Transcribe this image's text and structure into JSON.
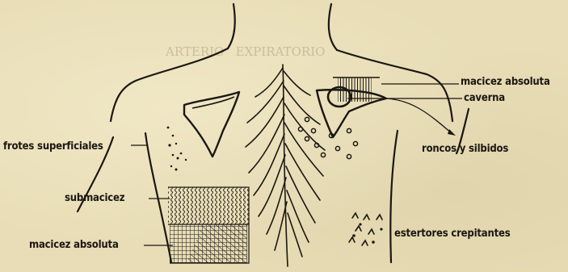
{
  "labels": {
    "frotes_superficiales": "frotes superficiales",
    "submacicez": "submacicez",
    "macicez_absoluta_left": "macicez absoluta",
    "macicez_absoluta_right": "macicez absoluta",
    "caverna": "caverna",
    "roncos_y_silbidos": "roncos y silbidos",
    "estertores_crepitantes": "estertores crepitantes"
  },
  "colors": {
    "paper": "#e8ddb6",
    "ink": "#1b1712"
  }
}
